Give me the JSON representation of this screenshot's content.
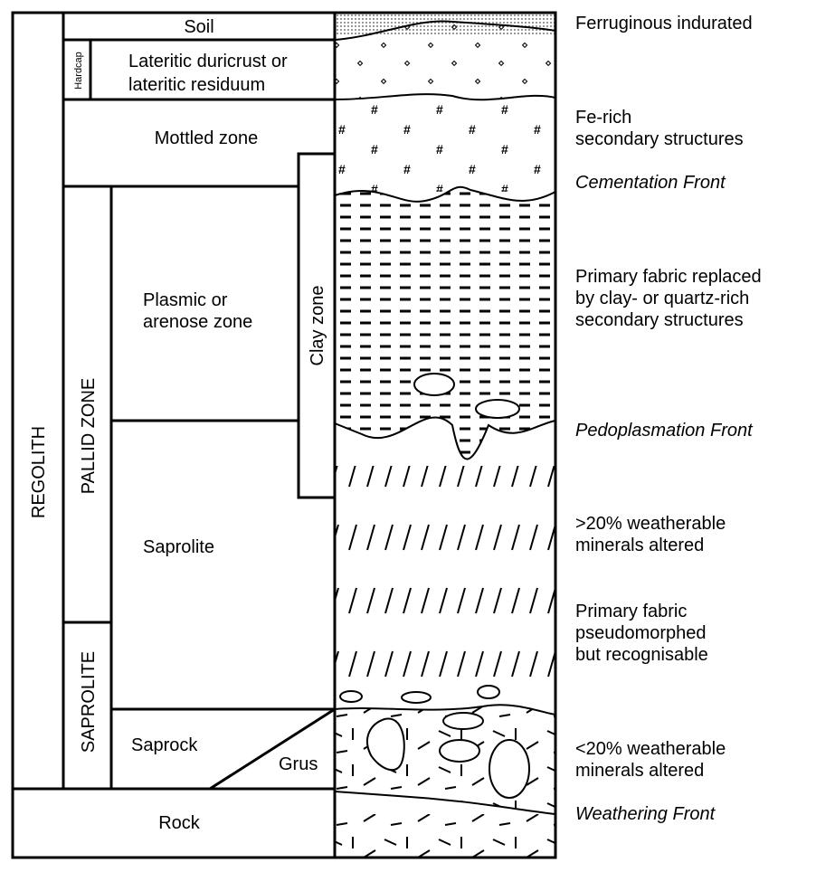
{
  "left_column": {
    "regolith": "REGOLITH",
    "pallid_zone": "PALLID ZONE",
    "saprolite_vertical": "SAPROLITE",
    "hardcap": "Hardcap",
    "clay_zone": "Clay zone"
  },
  "layers": {
    "soil": "Soil",
    "duricrust_line1": "Lateritic duricrust or",
    "duricrust_line2": "lateritic residuum",
    "mottled": "Mottled zone",
    "plasmic_line1": "Plasmic or",
    "plasmic_line2": "arenose zone",
    "saprolite": "Saprolite",
    "saprock": "Saprock",
    "grus": "Grus",
    "rock": "Rock"
  },
  "annotations": {
    "ferruginous": "Ferruginous indurated",
    "fe_rich_1": "Fe-rich",
    "fe_rich_2": "secondary structures",
    "cementation_front": "Cementation Front",
    "primary_replaced_1": "Primary fabric replaced",
    "primary_replaced_2": "by clay- or quartz-rich",
    "primary_replaced_3": "secondary structures",
    "pedoplasmation_front": "Pedoplasmation Front",
    "gt20_1": ">20% weatherable",
    "gt20_2": "minerals altered",
    "pseudo_1": "Primary fabric",
    "pseudo_2": "pseudomorphed",
    "pseudo_3": "but recognisable",
    "lt20_1": "<20% weatherable",
    "lt20_2": "minerals altered",
    "weathering_front": "Weathering Front"
  }
}
